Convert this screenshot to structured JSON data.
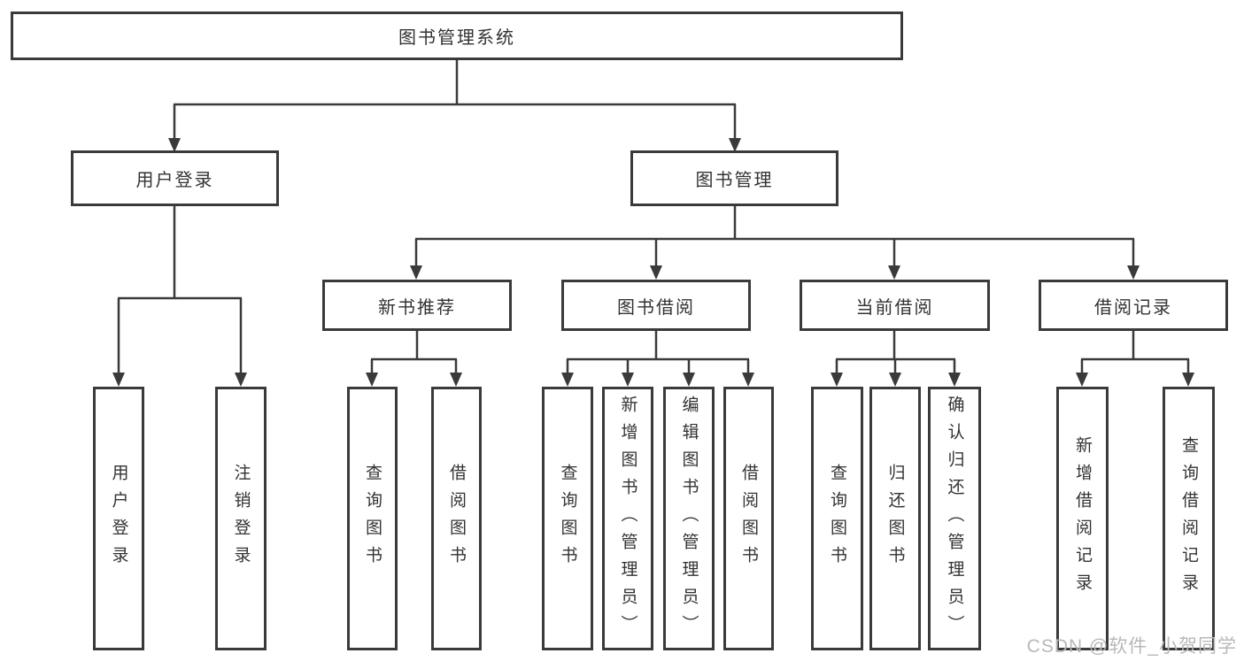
{
  "colors": {
    "line": "#3a3a3a",
    "text": "#333333",
    "background": "#ffffff",
    "watermark_text_color": "#b8b8b8"
  },
  "watermark": {
    "text": "CSDN @软件_小贺同学"
  },
  "diagram": {
    "type": "hierarchy-tree",
    "root": {
      "label": "图书管理系统",
      "children": [
        {
          "label": "用户登录",
          "children": [
            {
              "label": "用户登录"
            },
            {
              "label": "注销登录"
            }
          ]
        },
        {
          "label": "图书管理",
          "children": [
            {
              "label": "新书推荐",
              "children": [
                {
                  "label": "查询图书"
                },
                {
                  "label": "借阅图书"
                }
              ]
            },
            {
              "label": "图书借阅",
              "children": [
                {
                  "label": "查询图书"
                },
                {
                  "label": "新增图书（管理员）"
                },
                {
                  "label": "编辑图书（管理员）"
                },
                {
                  "label": "借阅图书"
                }
              ]
            },
            {
              "label": "当前借阅",
              "children": [
                {
                  "label": "查询图书"
                },
                {
                  "label": "归还图书"
                },
                {
                  "label": "确认归还（管理员）"
                }
              ]
            },
            {
              "label": "借阅记录",
              "children": [
                {
                  "label": "新增借阅记录"
                },
                {
                  "label": "查询借阅记录"
                }
              ]
            }
          ]
        }
      ]
    }
  }
}
